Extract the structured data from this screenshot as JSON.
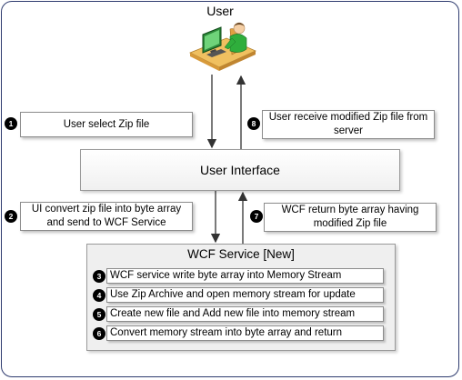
{
  "user": {
    "title": "User"
  },
  "notes": [
    {
      "badge": "1",
      "text": "User select Zip file"
    },
    {
      "badge": "8",
      "text": "User receive modified Zip file from server"
    },
    {
      "badge": "2",
      "text": "UI convert zip file into byte array and send to WCF Service"
    },
    {
      "badge": "7",
      "text": "WCF return byte array having modified Zip file"
    }
  ],
  "ui": {
    "label": "User Interface"
  },
  "wcf": {
    "title": "WCF Service [New]",
    "steps": [
      {
        "badge": "3",
        "text": "WCF service write byte array into Memory Stream"
      },
      {
        "badge": "4",
        "text": "Use Zip Archive and open memory stream for update"
      },
      {
        "badge": "5",
        "text": "Create new file and Add new file into memory stream"
      },
      {
        "badge": "6",
        "text": "Convert memory stream into byte array and return"
      }
    ]
  },
  "colors": {
    "frame": "#2e3b6e",
    "user_shirt": "#2fae3c",
    "monitor": "#2d8a3a"
  }
}
